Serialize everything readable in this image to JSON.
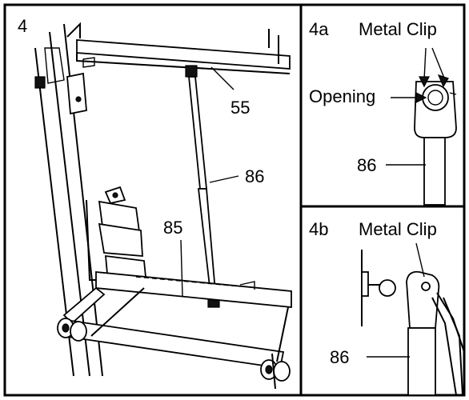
{
  "panels": {
    "main": {
      "step": "4",
      "labels": {
        "crossbar": "55",
        "shock": "86",
        "base": "85"
      }
    },
    "detail_a": {
      "step": "4a",
      "clip": "Metal Clip",
      "opening": "Opening",
      "shock": "86"
    },
    "detail_b": {
      "step": "4b",
      "clip": "Metal Clip",
      "shock": "86"
    }
  }
}
